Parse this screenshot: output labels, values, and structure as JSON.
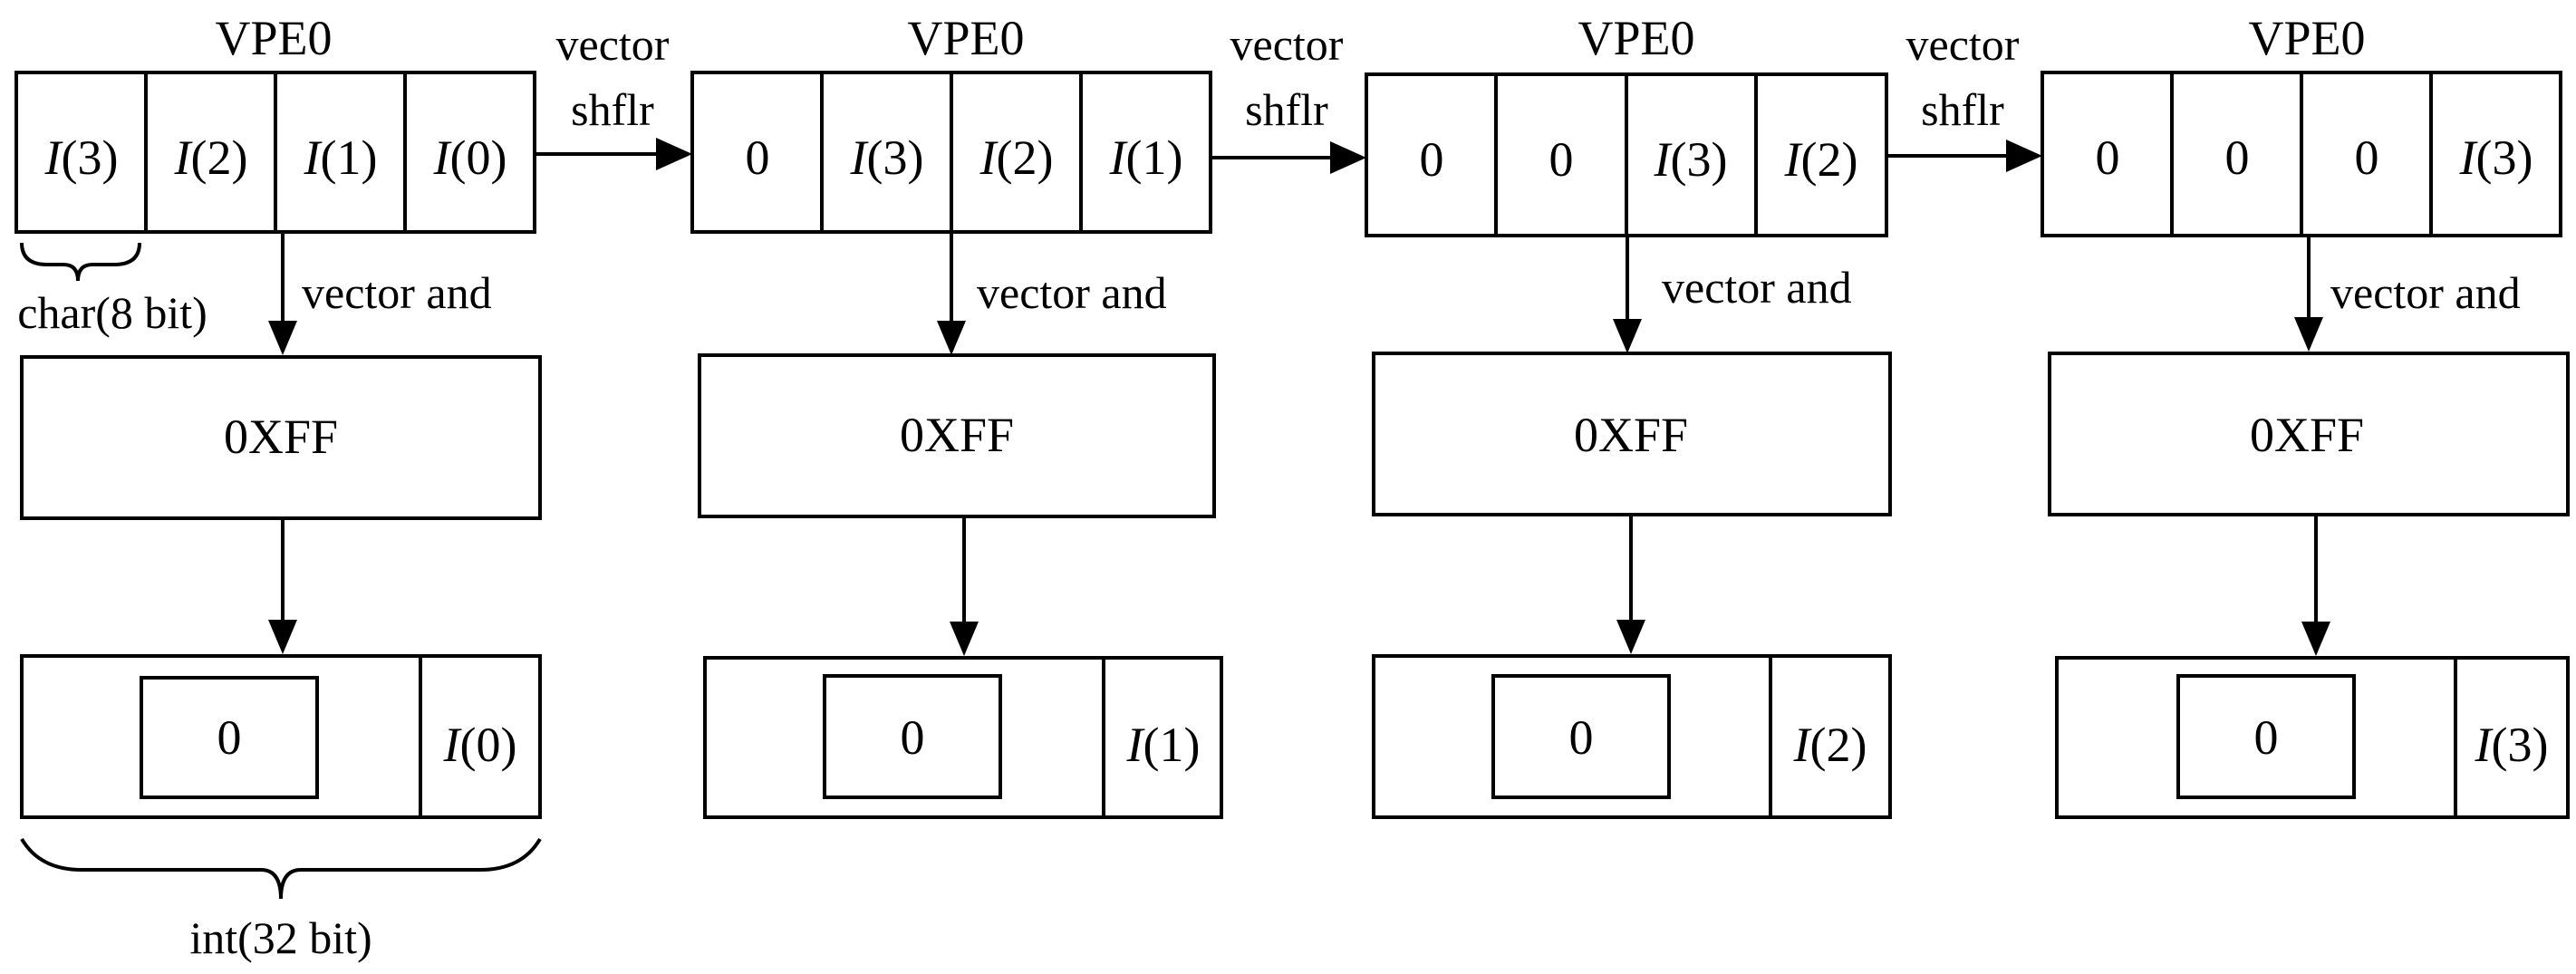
{
  "stages": [
    {
      "register_title": "VPE0",
      "lanes": [
        {
          "fn": "I",
          "arg": "(3)"
        },
        {
          "fn": "I",
          "arg": "(2)"
        },
        {
          "fn": "I",
          "arg": "(1)"
        },
        {
          "fn": "I",
          "arg": "(0)"
        }
      ],
      "and_label": "vector and",
      "mask_label": "0XFF",
      "result_zero": "0",
      "result_value": {
        "fn": "I",
        "arg": "(0)"
      }
    },
    {
      "register_title": "VPE0",
      "lanes": [
        {
          "fn": "",
          "arg": "0"
        },
        {
          "fn": "I",
          "arg": "(3)"
        },
        {
          "fn": "I",
          "arg": "(2)"
        },
        {
          "fn": "I",
          "arg": "(1)"
        }
      ],
      "and_label": "vector and",
      "mask_label": "0XFF",
      "result_zero": "0",
      "result_value": {
        "fn": "I",
        "arg": "(1)"
      }
    },
    {
      "register_title": "VPE0",
      "lanes": [
        {
          "fn": "",
          "arg": "0"
        },
        {
          "fn": "",
          "arg": "0"
        },
        {
          "fn": "I",
          "arg": "(3)"
        },
        {
          "fn": "I",
          "arg": "(2)"
        }
      ],
      "and_label": "vector and",
      "mask_label": "0XFF",
      "result_zero": "0",
      "result_value": {
        "fn": "I",
        "arg": "(2)"
      }
    },
    {
      "register_title": "VPE0",
      "lanes": [
        {
          "fn": "",
          "arg": "0"
        },
        {
          "fn": "",
          "arg": "0"
        },
        {
          "fn": "",
          "arg": "0"
        },
        {
          "fn": "I",
          "arg": "(3)"
        }
      ],
      "and_label": "vector and",
      "mask_label": "0XFF",
      "result_zero": "0",
      "result_value": {
        "fn": "I",
        "arg": "(3)"
      }
    }
  ],
  "shuffle_labels": [
    {
      "line1": "vector",
      "line2": "shflr"
    },
    {
      "line1": "vector",
      "line2": "shflr"
    },
    {
      "line1": "vector",
      "line2": "shflr"
    }
  ],
  "char_width_label": "char(8 bit)",
  "int_width_label": "int(32 bit)"
}
